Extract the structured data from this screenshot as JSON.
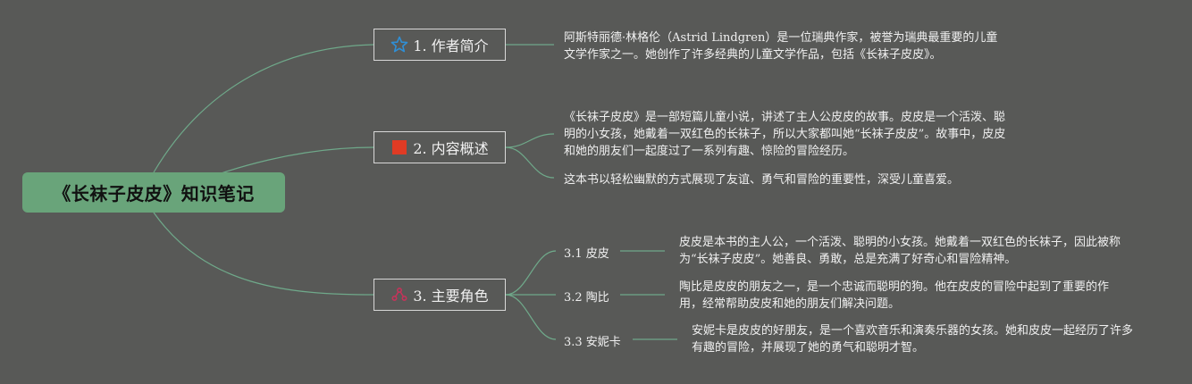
{
  "colors": {
    "background": "#585957",
    "connector": "#6fa98a",
    "root_fill": "#69a47a",
    "topic_border": "#d8d8d8",
    "star_icon": "#2f8fd6",
    "flag_icon": "#e03b24",
    "people_icon": "#c3345a"
  },
  "root": {
    "title": "《长袜子皮皮》知识笔记"
  },
  "topics": [
    {
      "label": "1. 作者简介",
      "icon": "star-icon",
      "details": [
        "阿斯特丽德·林格伦（Astrid Lindgren）是一位瑞典作家，被誉为瑞典最重要的儿童文学作家之一。她创作了许多经典的儿童文学作品，包括《长袜子皮皮》。"
      ]
    },
    {
      "label": "2. 内容概述",
      "icon": "red-flag-icon",
      "details": [
        "《长袜子皮皮》是一部短篇儿童小说，讲述了主人公皮皮的故事。皮皮是一个活泼、聪明的小女孩，她戴着一双红色的长袜子，所以大家都叫她“长袜子皮皮”。故事中，皮皮和她的朋友们一起度过了一系列有趣、惊险的冒险经历。",
        "这本书以轻松幽默的方式展现了友谊、勇气和冒险的重要性，深受儿童喜爱。"
      ]
    },
    {
      "label": "3. 主要角色",
      "icon": "characters-icon",
      "characters": [
        {
          "label": "3.1 皮皮",
          "detail": "皮皮是本书的主人公，一个活泼、聪明的小女孩。她戴着一双红色的长袜子，因此被称为“长袜子皮皮”。她善良、勇敢，总是充满了好奇心和冒险精神。"
        },
        {
          "label": "3.2 陶比",
          "detail": "陶比是皮皮的朋友之一，是一个忠诚而聪明的狗。他在皮皮的冒险中起到了重要的作用，经常帮助皮皮和她的朋友们解决问题。"
        },
        {
          "label": "3.3 安妮卡",
          "detail": "安妮卡是皮皮的好朋友，是一个喜欢音乐和演奏乐器的女孩。她和皮皮一起经历了许多有趣的冒险，并展现了她的勇气和聪明才智。"
        }
      ]
    }
  ]
}
